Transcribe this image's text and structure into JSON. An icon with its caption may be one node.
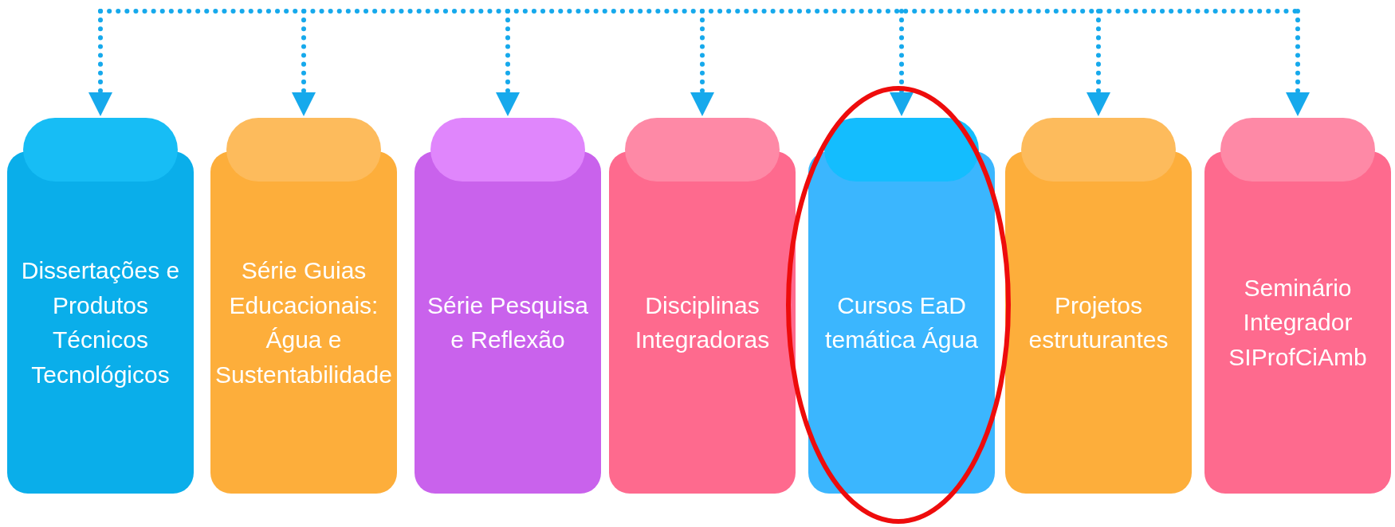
{
  "diagram": {
    "nodes": [
      {
        "text": [
          "Dissertações e Produtos Técnicos Tecnológicos"
        ]
      },
      {
        "text": [
          "Série Guias Educacionais: Água e Sustentabilidade"
        ]
      },
      {
        "text": [
          "Série Pesquisa e Reflexão"
        ]
      },
      {
        "text": [
          "Disciplinas Integradoras"
        ]
      },
      {
        "text": [
          "Cursos EaD temática Água"
        ]
      },
      {
        "text": [
          "Projetos estruturantes"
        ]
      },
      {
        "text": [
          "Seminário Integrador SIProfCiAmb"
        ]
      }
    ],
    "edges": [
      {
        "from": null,
        "to": 0,
        "arrow": "to",
        "style": "dashed"
      },
      {
        "from": null,
        "to": 1,
        "arrow": "to",
        "style": "dashed"
      },
      {
        "from": null,
        "to": 2,
        "arrow": "to",
        "style": "dashed"
      },
      {
        "from": null,
        "to": 3,
        "arrow": "to",
        "style": "dashed"
      },
      {
        "from": null,
        "to": 4,
        "arrow": "to",
        "style": "dashed"
      },
      {
        "from": null,
        "to": 5,
        "arrow": "to",
        "style": "dashed"
      },
      {
        "from": null,
        "to": 6,
        "arrow": "to",
        "style": "dashed"
      }
    ]
  }
}
